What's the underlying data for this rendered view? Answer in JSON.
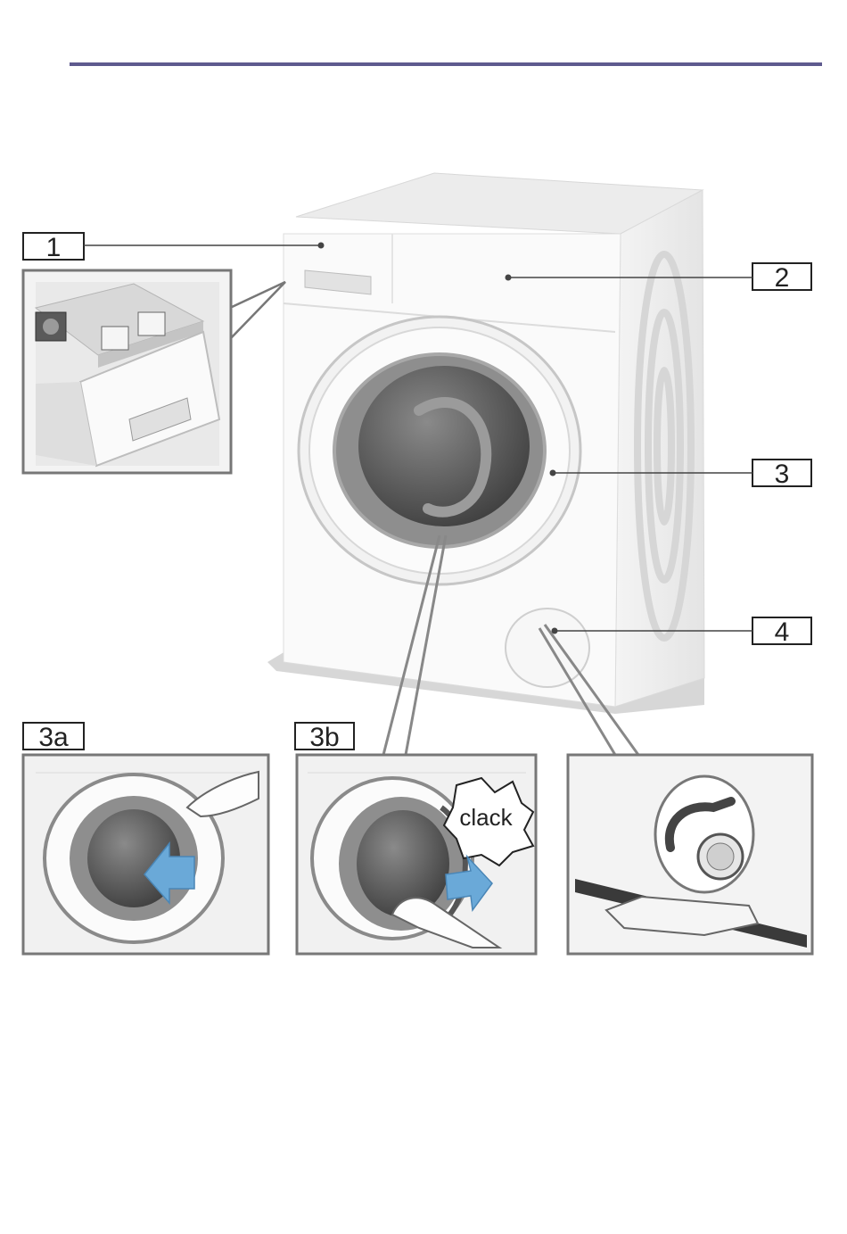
{
  "callouts": {
    "c1": "1",
    "c2": "2",
    "c3": "3",
    "c4": "4",
    "c3a": "3a",
    "c3b": "3b"
  },
  "panel_3b": {
    "sound_text": "clack"
  },
  "colors": {
    "header_rule": "#5e5a8e",
    "arrow": "#6aa9d8",
    "frame": "#777777"
  }
}
